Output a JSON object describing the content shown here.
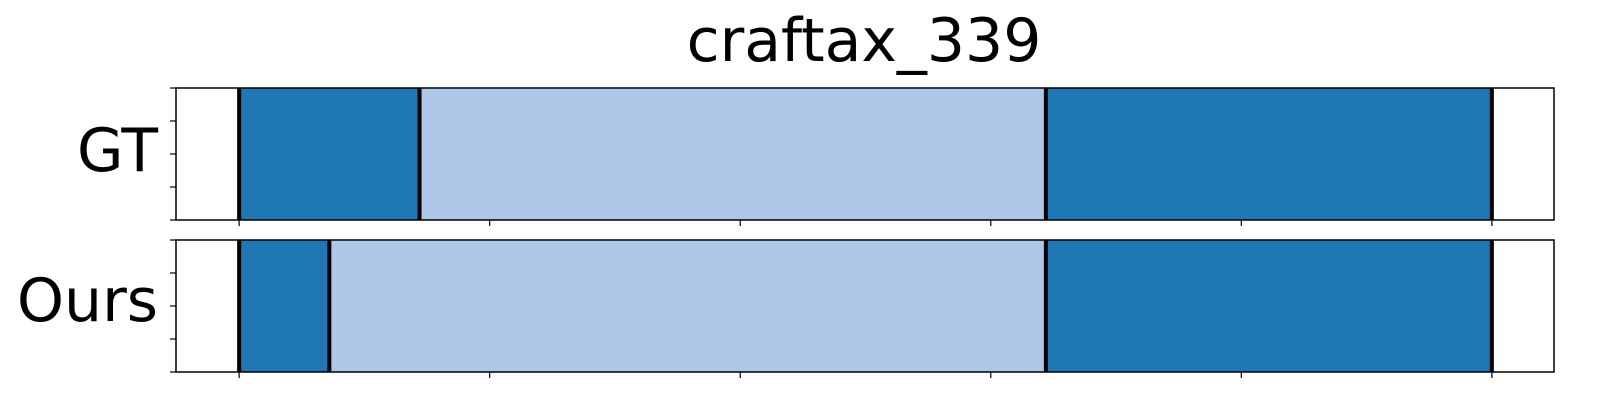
{
  "chart_data": {
    "type": "segmented-timeline",
    "title": "craftax_339",
    "colors": {
      "dark": "#1f77b4",
      "light": "#aec7e8",
      "boundary": "#000000",
      "frame": "#000000"
    },
    "xlim": [
      -6.3,
      131.2
    ],
    "x_ticks": [
      0,
      25,
      50,
      75,
      100,
      125
    ],
    "rows": [
      {
        "label": "GT",
        "segments": [
          {
            "start": 0,
            "end": 18,
            "color": "dark"
          },
          {
            "start": 18,
            "end": 80.5,
            "color": "light"
          },
          {
            "start": 80.5,
            "end": 125,
            "color": "dark"
          }
        ],
        "boundaries": [
          0,
          18,
          80.5,
          125
        ]
      },
      {
        "label": "Ours",
        "segments": [
          {
            "start": 0,
            "end": 9,
            "color": "dark"
          },
          {
            "start": 9,
            "end": 80.5,
            "color": "light"
          },
          {
            "start": 80.5,
            "end": 125,
            "color": "dark"
          }
        ],
        "boundaries": [
          0,
          9,
          80.5,
          125
        ]
      }
    ]
  }
}
